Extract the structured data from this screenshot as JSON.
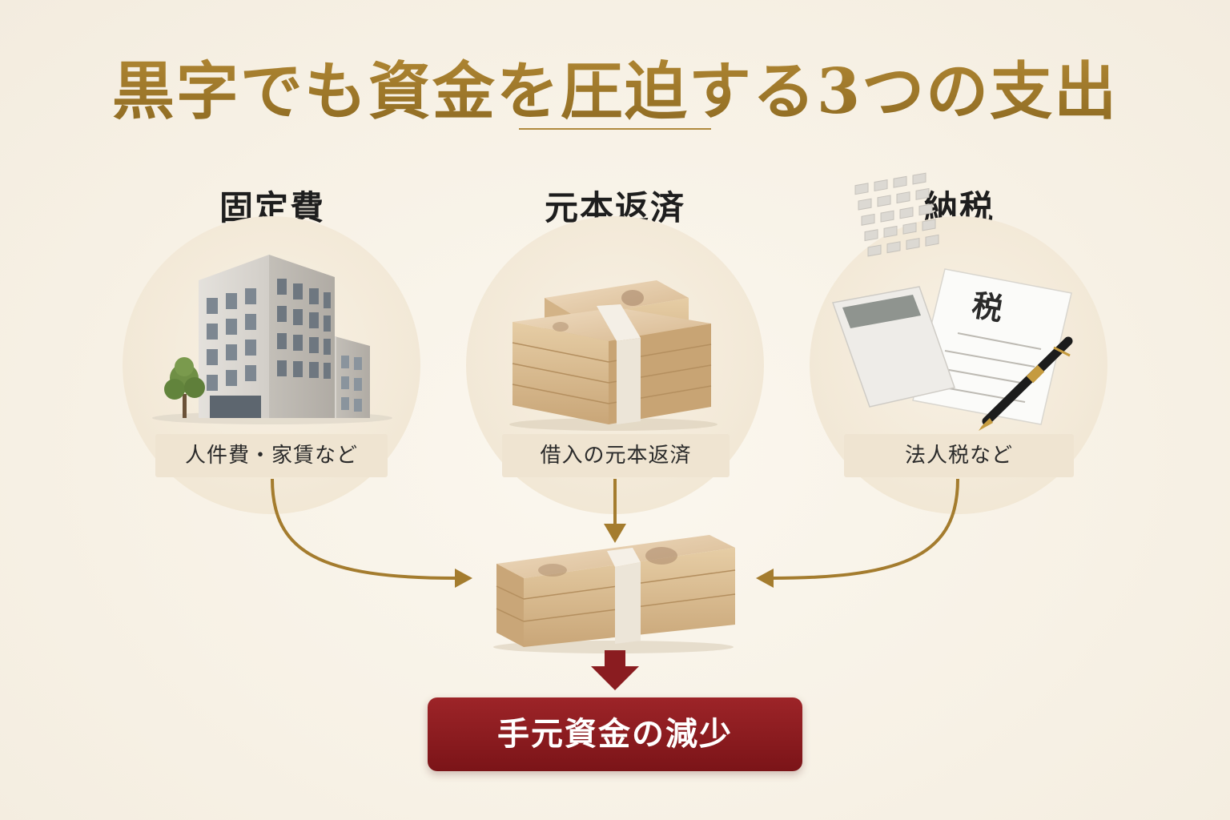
{
  "title": "黒字でも資金を圧迫する3つの支出",
  "columns": [
    {
      "heading": "固定費",
      "caption": "人件費・家賃など",
      "icon": "office-building-icon"
    },
    {
      "heading": "元本返済",
      "caption": "借入の元本返済",
      "icon": "cash-stack-icon"
    },
    {
      "heading": "納税",
      "caption": "法人税など",
      "icon": "calculator-tax-form-pen-icon",
      "form_label": "税"
    }
  ],
  "center_icon": "cash-bundle-icon",
  "result": {
    "label": "手元資金の減少"
  },
  "colors": {
    "gold": "#a47c2e",
    "dark_red": "#8a1c20",
    "heading_text": "#1e1e1e"
  }
}
